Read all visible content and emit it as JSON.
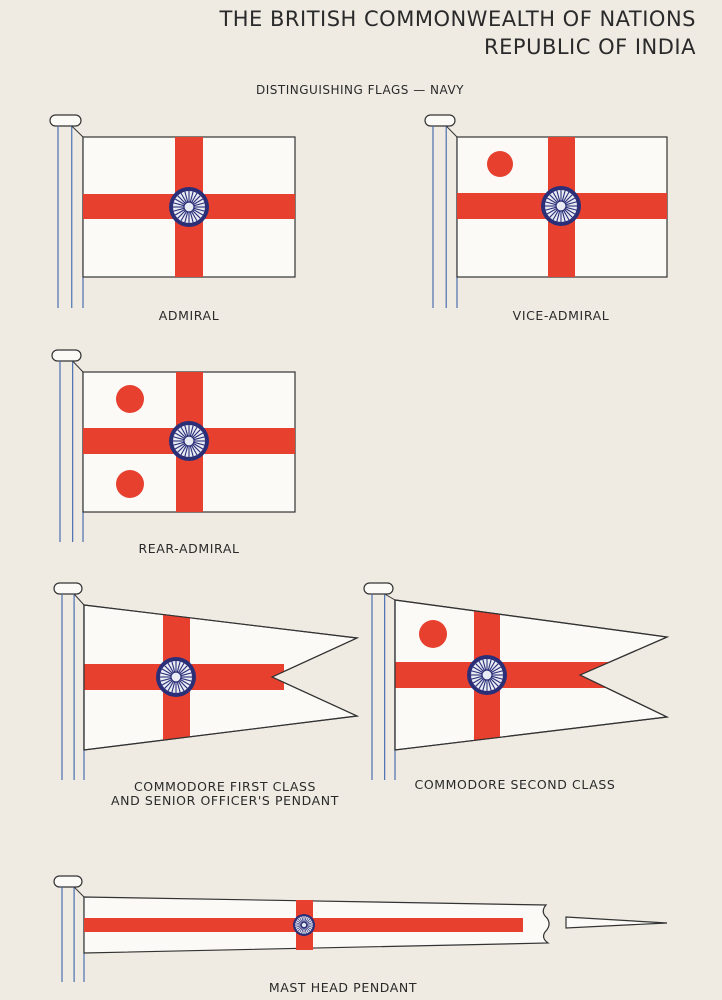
{
  "header": {
    "title_line1": "THE BRITISH COMMONWEALTH OF NATIONS",
    "title_line2": "REPUBLIC OF INDIA",
    "subtitle": "DISTINGUISHING FLAGS — NAVY"
  },
  "flags": [
    {
      "label": "ADMIRAL"
    },
    {
      "label": "VICE-ADMIRAL"
    },
    {
      "label": "REAR-ADMIRAL"
    },
    {
      "label_line1": "COMMODORE FIRST CLASS",
      "label_line2": "AND SENIOR OFFICER'S PENDANT"
    },
    {
      "label": "COMMODORE SECOND CLASS"
    },
    {
      "label": "MAST HEAD PENDANT"
    }
  ],
  "colors": {
    "red": "#e8402f",
    "chakra_blue": "#2b2f78",
    "paper": "#efebe3"
  }
}
